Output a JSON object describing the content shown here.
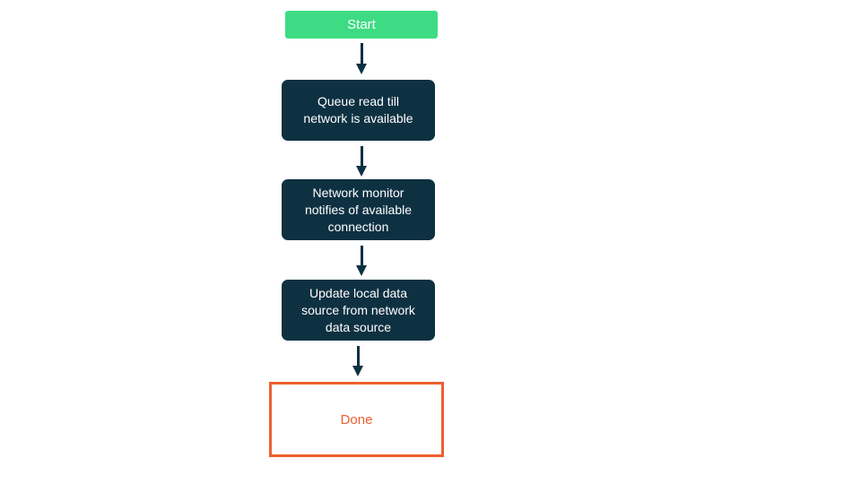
{
  "diagram": {
    "type": "flowchart",
    "direction": "top-down",
    "colors": {
      "start_fill": "#3ddc84",
      "process_fill": "#0e3142",
      "end_border": "#ee5f2e",
      "end_text": "#ee5f2e",
      "node_text": "#ffffff",
      "arrow": "#0e3142",
      "background": "#ffffff"
    },
    "nodes": [
      {
        "id": "start",
        "type": "start",
        "label": "Start"
      },
      {
        "id": "queue-read",
        "type": "process",
        "label": "Queue read till network is available"
      },
      {
        "id": "network-monitor",
        "type": "process",
        "label": "Network monitor notifies of available connection"
      },
      {
        "id": "update-local",
        "type": "process",
        "label": "Update local data source from network data source"
      },
      {
        "id": "done",
        "type": "end",
        "label": "Done"
      }
    ],
    "edges": [
      {
        "from": "start",
        "to": "queue-read"
      },
      {
        "from": "queue-read",
        "to": "network-monitor"
      },
      {
        "from": "network-monitor",
        "to": "update-local"
      },
      {
        "from": "update-local",
        "to": "done"
      }
    ]
  }
}
